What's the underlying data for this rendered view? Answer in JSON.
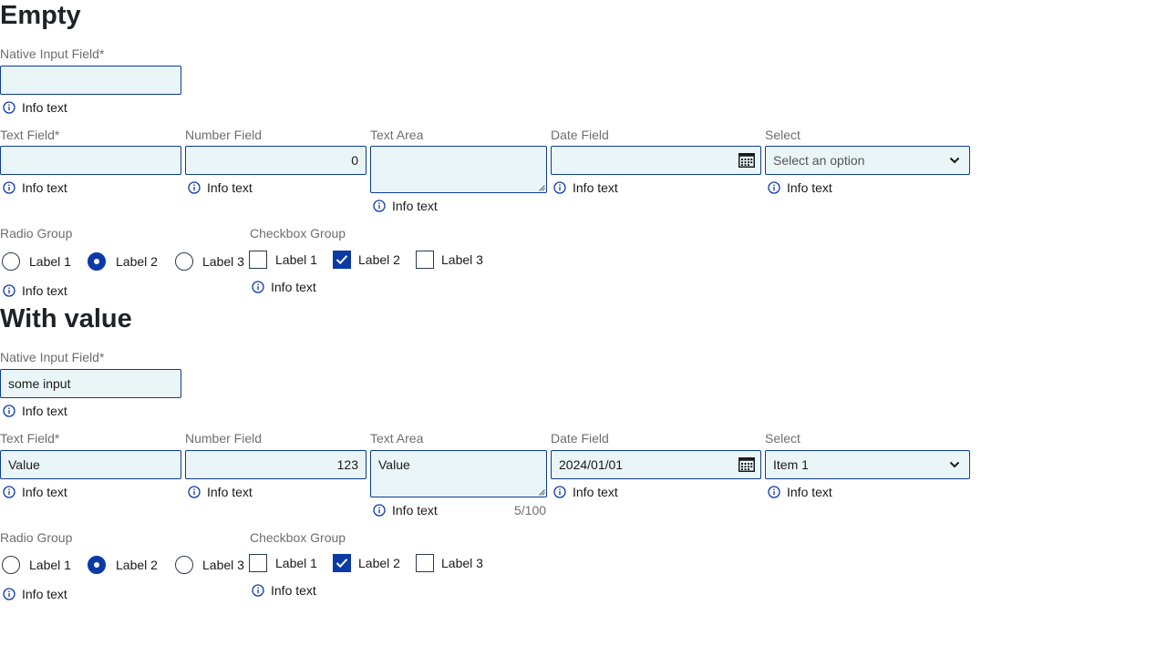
{
  "sections": {
    "empty": {
      "title": "Empty",
      "native": {
        "label": "Native Input Field*",
        "value": "",
        "info": "Info text"
      },
      "text": {
        "label": "Text Field*",
        "value": "",
        "info": "Info text"
      },
      "number": {
        "label": "Number Field",
        "value": "0",
        "info": "Info text"
      },
      "textarea": {
        "label": "Text Area",
        "value": "",
        "info": "Info text"
      },
      "date": {
        "label": "Date Field",
        "value": "",
        "info": "Info text"
      },
      "select": {
        "label": "Select",
        "value": "Select an option",
        "info": "Info text"
      },
      "radio": {
        "label": "Radio Group",
        "options": [
          "Label 1",
          "Label 2",
          "Label 3"
        ],
        "selected": "Label 2",
        "info": "Info text"
      },
      "checkbox": {
        "label": "Checkbox Group",
        "options": [
          "Label 1",
          "Label 2",
          "Label 3"
        ],
        "checked": [
          "Label 2"
        ],
        "info": "Info text"
      }
    },
    "withValue": {
      "title": "With value",
      "native": {
        "label": "Native Input Field*",
        "value": "some input",
        "info": "Info text"
      },
      "text": {
        "label": "Text Field*",
        "value": "Value",
        "info": "Info text"
      },
      "number": {
        "label": "Number Field",
        "value": "123",
        "info": "Info text"
      },
      "textarea": {
        "label": "Text Area",
        "value": "Value",
        "info": "Info text",
        "counter": "5/100"
      },
      "date": {
        "label": "Date Field",
        "value": "2024/01/01",
        "info": "Info text"
      },
      "select": {
        "label": "Select",
        "value": "Item 1",
        "info": "Info text"
      },
      "radio": {
        "label": "Radio Group",
        "options": [
          "Label 1",
          "Label 2",
          "Label 3"
        ],
        "selected": "Label 2",
        "info": "Info text"
      },
      "checkbox": {
        "label": "Checkbox Group",
        "options": [
          "Label 1",
          "Label 2",
          "Label 3"
        ],
        "checked": [
          "Label 2"
        ],
        "info": "Info text"
      }
    }
  },
  "icons": {
    "info": "info-circle-icon",
    "calendar": "calendar-icon",
    "dropdown": "chevron-down-icon",
    "check": "check-icon",
    "resize": "resize-grip-icon"
  },
  "colors": {
    "accent": "#0b3aa6",
    "fieldBg": "#eaf5f8",
    "fieldBorder": "#0d3b8c",
    "labelText": "#6e6e6e"
  }
}
